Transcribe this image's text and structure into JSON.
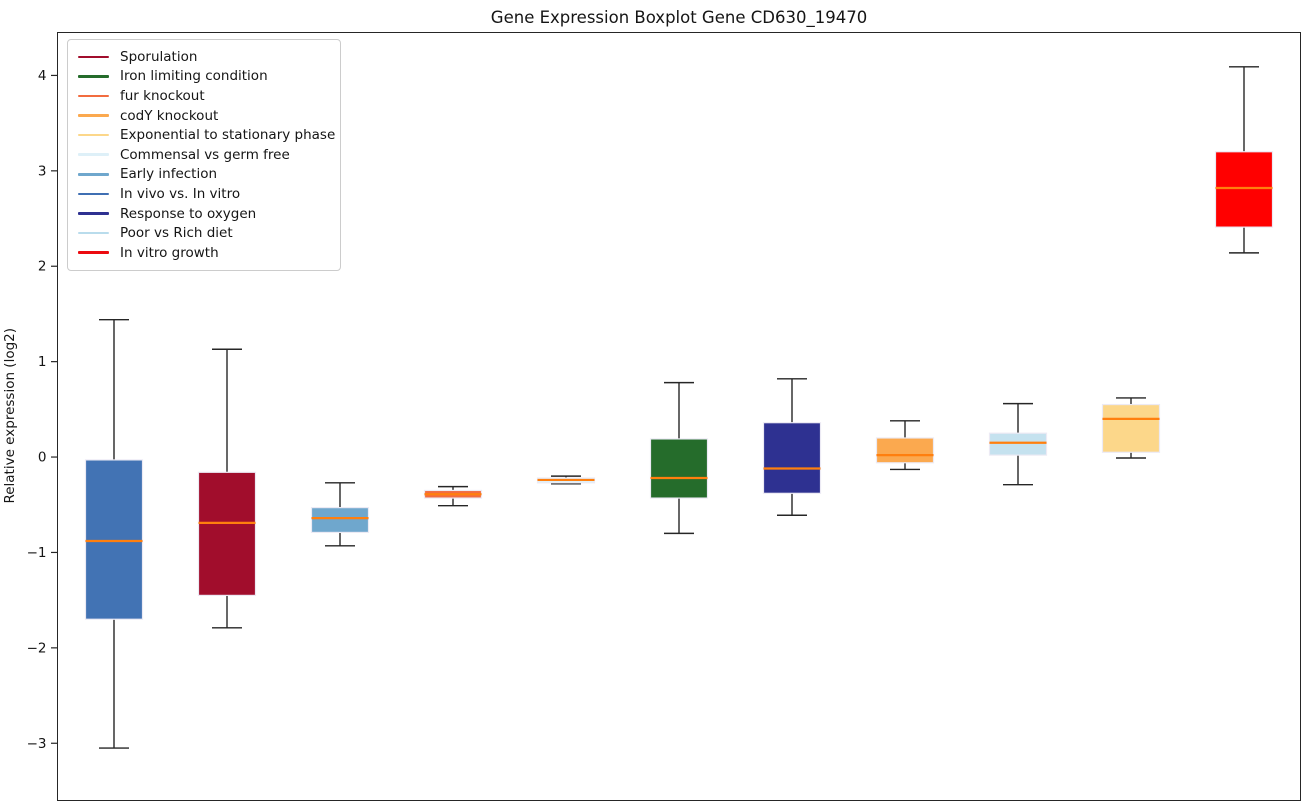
{
  "chart_data": {
    "type": "boxplot",
    "title": "Gene Expression Boxplot Gene CD630_19470",
    "ylabel": "Relative expression (log2)",
    "ylim": [
      -3.6,
      4.45
    ],
    "ytick_values": [
      4,
      3,
      2,
      1,
      0,
      -1,
      -2,
      -3
    ],
    "ytick_labels": [
      "4",
      "3",
      "2",
      "1",
      "0",
      "−1",
      "−2",
      "−3"
    ],
    "grid": false,
    "legend_position": "upper left",
    "median_color": "#ff7f0e",
    "whisker_color": "#262626",
    "box_edge_color": "#eceaf4",
    "series": [
      {
        "name": "In vivo vs. In vitro",
        "color": "#4273b4",
        "whisker_low": -3.05,
        "q1": -1.7,
        "median": -0.88,
        "q3": -0.03,
        "whisker_high": 1.44
      },
      {
        "name": "Sporulation",
        "color": "#a10d2c",
        "whisker_low": -1.79,
        "q1": -1.45,
        "median": -0.69,
        "q3": -0.16,
        "whisker_high": 1.13
      },
      {
        "name": "Early infection",
        "color": "#6fa7cd",
        "whisker_low": -0.93,
        "q1": -0.79,
        "median": -0.64,
        "q3": -0.53,
        "whisker_high": -0.27
      },
      {
        "name": "fur knockout",
        "color": "#f26c3f",
        "whisker_low": -0.51,
        "q1": -0.43,
        "median": -0.39,
        "q3": -0.35,
        "whisker_high": -0.31
      },
      {
        "name": "Commensal vs germ free",
        "color": "#def0f8",
        "whisker_low": -0.28,
        "q1": -0.27,
        "median": -0.24,
        "q3": -0.22,
        "whisker_high": -0.2
      },
      {
        "name": "Iron limiting condition",
        "color": "#256c2b",
        "whisker_low": -0.8,
        "q1": -0.43,
        "median": -0.22,
        "q3": 0.19,
        "whisker_high": 0.78
      },
      {
        "name": "Response to oxygen",
        "color": "#2e3191",
        "whisker_low": -0.61,
        "q1": -0.38,
        "median": -0.12,
        "q3": 0.36,
        "whisker_high": 0.82
      },
      {
        "name": "codY knockout",
        "color": "#fba94f",
        "whisker_low": -0.13,
        "q1": -0.06,
        "median": 0.02,
        "q3": 0.2,
        "whisker_high": 0.38
      },
      {
        "name": "Poor vs Rich diet",
        "color": "#c5e2ef",
        "whisker_low": -0.29,
        "q1": 0.02,
        "median": 0.15,
        "q3": 0.25,
        "whisker_high": 0.56
      },
      {
        "name": "Exponential to stationary phase",
        "color": "#fcd78a",
        "whisker_low": -0.01,
        "q1": 0.05,
        "median": 0.4,
        "q3": 0.55,
        "whisker_high": 0.62
      },
      {
        "name": "In vitro growth",
        "color": "#ff0000",
        "whisker_low": 2.14,
        "q1": 2.41,
        "median": 2.82,
        "q3": 3.2,
        "whisker_high": 4.09
      }
    ],
    "legend": [
      {
        "label": "Sporulation",
        "color": "#a10d2c"
      },
      {
        "label": "Iron limiting condition",
        "color": "#256c2b"
      },
      {
        "label": "fur knockout",
        "color": "#f26c3f"
      },
      {
        "label": "codY knockout",
        "color": "#fba94f"
      },
      {
        "label": "Exponential to stationary phase",
        "color": "#fcd78a"
      },
      {
        "label": "Commensal vs germ free",
        "color": "#def0f8"
      },
      {
        "label": "Early infection",
        "color": "#6fa7cd"
      },
      {
        "label": "In vivo vs. In vitro",
        "color": "#3f6fb3"
      },
      {
        "label": "Response to oxygen",
        "color": "#2e3191"
      },
      {
        "label": "Poor vs Rich diet",
        "color": "#b9dcec"
      },
      {
        "label": "In vitro growth",
        "color": "#ec0b10"
      }
    ]
  }
}
